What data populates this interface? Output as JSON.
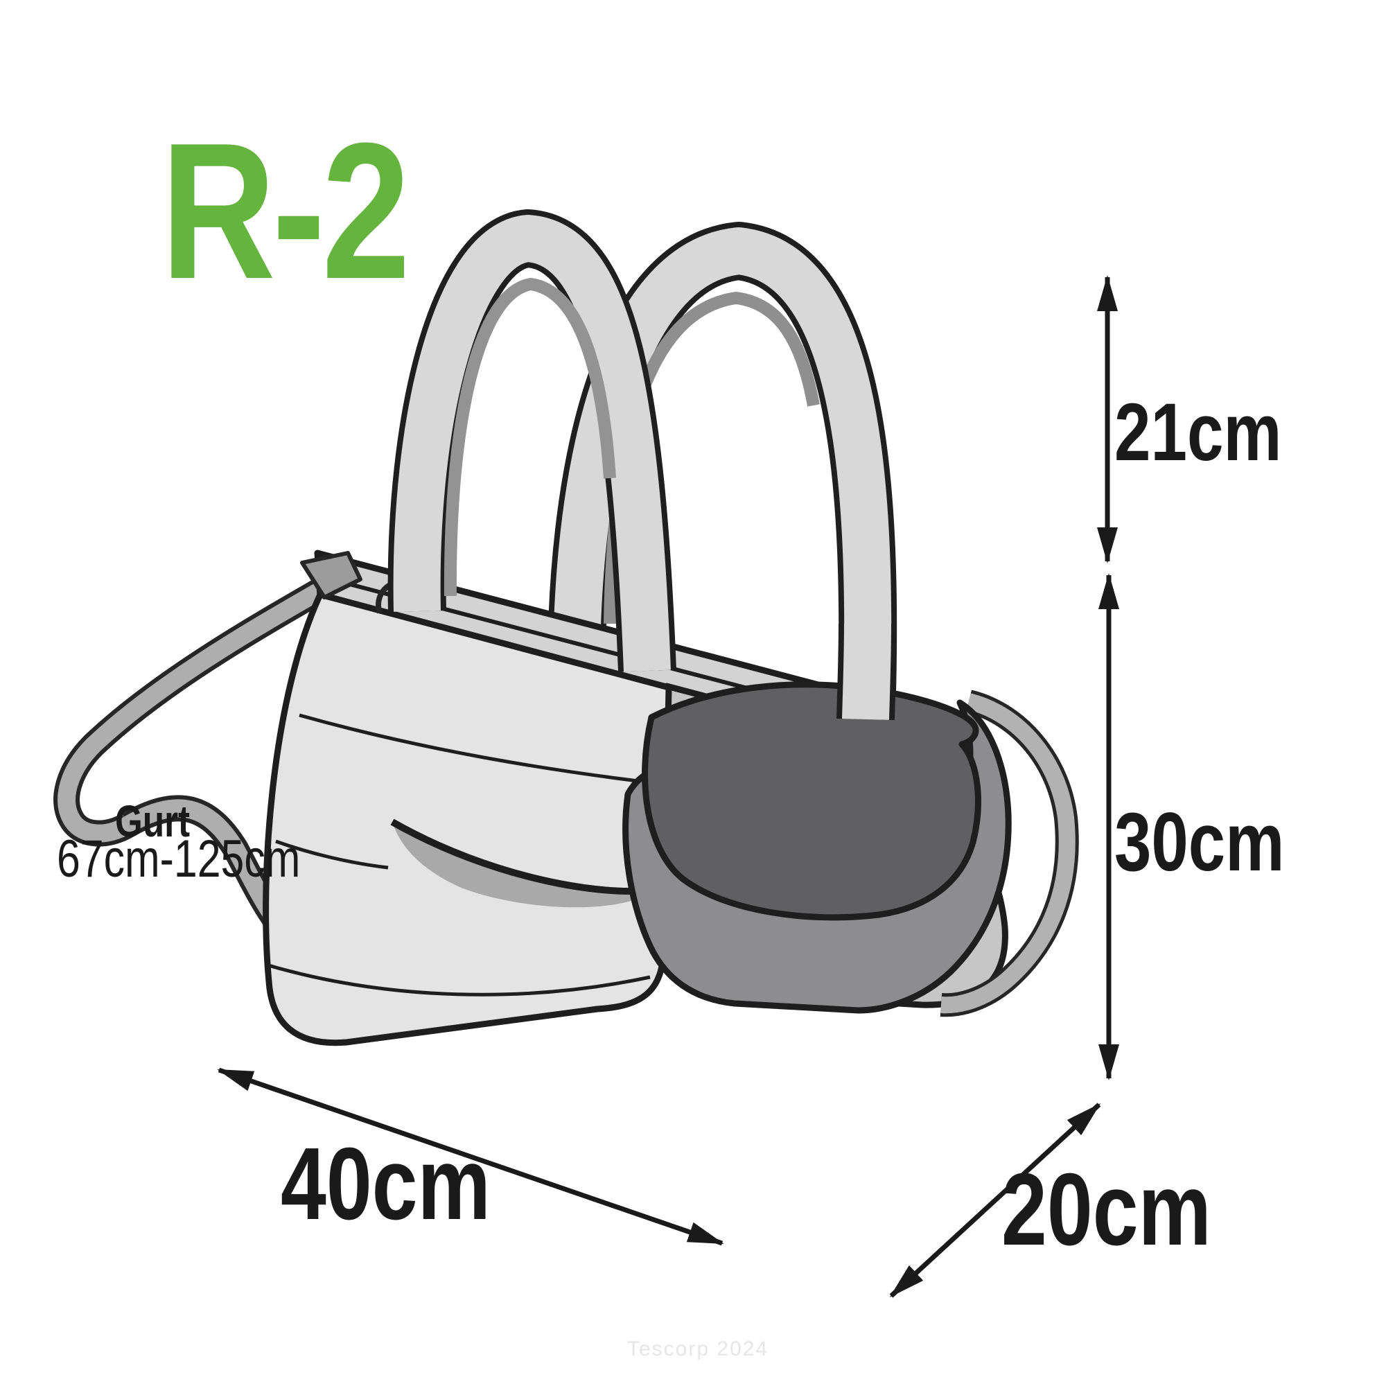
{
  "title": {
    "model_label": "R-2"
  },
  "dimensions": {
    "handle_height": "21cm",
    "body_height": "30cm",
    "width": "40cm",
    "depth": "20cm"
  },
  "strap": {
    "label": "Gurt",
    "range": "67cm-125cm"
  },
  "watermark": {
    "text": "Tescorp 2024"
  },
  "colors": {
    "accent_green": "#64b43e",
    "ink": "#1a1a1a",
    "outline": "#1e1e1e",
    "bag_light": "#e4e4e4",
    "bag_rim": "#d3d3d3",
    "bag_side": "#c6c6c6",
    "handle_gray": "#d8d8d8",
    "shadow_gray": "#8f8f8f",
    "strap_gray": "#aeaeae",
    "pocket_dark": "#606062",
    "pocket_mid": "#8d8d8f",
    "watermark_gray": "#e6e6e6",
    "slit_gray": "#a9a9a9"
  }
}
